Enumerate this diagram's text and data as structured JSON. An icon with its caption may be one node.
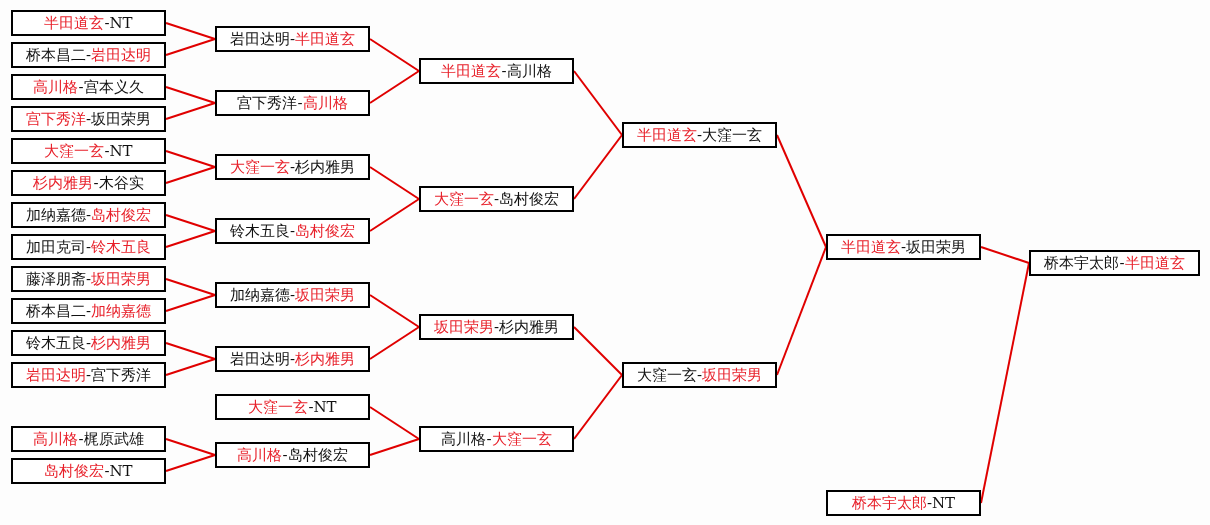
{
  "diagram": {
    "nodes": [
      {
        "text": [
          "**半田道玄**-NT"
        ]
      },
      {
        "text": [
          "桥本昌二-**岩田达明**"
        ]
      },
      {
        "text": [
          "**高川格**-宫本义久"
        ]
      },
      {
        "text": [
          "**宫下秀洋**-坂田荣男"
        ]
      },
      {
        "text": [
          "**大窪一玄**-NT"
        ]
      },
      {
        "text": [
          "**杉内雅男**-木谷实"
        ]
      },
      {
        "text": [
          "加纳嘉德-**岛村俊宏**"
        ]
      },
      {
        "text": [
          "加田克司-**铃木五良**"
        ]
      },
      {
        "text": [
          "藤泽朋斋-**坂田荣男**"
        ]
      },
      {
        "text": [
          "桥本昌二-**加纳嘉德**"
        ]
      },
      {
        "text": [
          "铃木五良-**杉内雅男**"
        ]
      },
      {
        "text": [
          "**岩田达明**-宫下秀洋"
        ]
      },
      {
        "text": [
          "**高川格**-梶原武雄"
        ]
      },
      {
        "text": [
          "**岛村俊宏**-NT"
        ]
      },
      {
        "text": [
          "岩田达明-**半田道玄**"
        ]
      },
      {
        "text": [
          "宫下秀洋-**高川格**"
        ]
      },
      {
        "text": [
          "**大窪一玄**-杉内雅男"
        ]
      },
      {
        "text": [
          "铃木五良-**岛村俊宏**"
        ]
      },
      {
        "text": [
          "加纳嘉德-**坂田荣男**"
        ]
      },
      {
        "text": [
          "岩田达明-**杉内雅男**"
        ]
      },
      {
        "text": [
          "**大窪一玄**-NT"
        ]
      },
      {
        "text": [
          "**高川格**-岛村俊宏"
        ]
      },
      {
        "text": [
          "**半田道玄**-高川格"
        ]
      },
      {
        "text": [
          "**大窪一玄**-岛村俊宏"
        ]
      },
      {
        "text": [
          "**坂田荣男**-杉内雅男"
        ]
      },
      {
        "text": [
          "高川格-**大窪一玄**"
        ]
      },
      {
        "text": [
          "**半田道玄**-大窪一玄"
        ]
      },
      {
        "text": [
          "大窪一玄-**坂田荣男**"
        ]
      },
      {
        "text": [
          "**半田道玄**-坂田荣男"
        ]
      },
      {
        "text": [
          "**桥本宇太郎**-NT"
        ]
      },
      {
        "text": [
          "桥本宇太郎-**半田道玄**"
        ]
      }
    ],
    "edges": [
      {
        "from": 0,
        "to": 14,
        "arrow": "none"
      },
      {
        "from": 1,
        "to": 14,
        "arrow": "none"
      },
      {
        "from": 2,
        "to": 15,
        "arrow": "none"
      },
      {
        "from": 3,
        "to": 15,
        "arrow": "none"
      },
      {
        "from": 4,
        "to": 16,
        "arrow": "none"
      },
      {
        "from": 5,
        "to": 16,
        "arrow": "none"
      },
      {
        "from": 6,
        "to": 17,
        "arrow": "none"
      },
      {
        "from": 7,
        "to": 17,
        "arrow": "none"
      },
      {
        "from": 8,
        "to": 18,
        "arrow": "none"
      },
      {
        "from": 9,
        "to": 18,
        "arrow": "none"
      },
      {
        "from": 10,
        "to": 19,
        "arrow": "none"
      },
      {
        "from": 11,
        "to": 19,
        "arrow": "none"
      },
      {
        "from": 12,
        "to": 21,
        "arrow": "none"
      },
      {
        "from": 13,
        "to": 21,
        "arrow": "none"
      },
      {
        "from": 14,
        "to": 22,
        "arrow": "none"
      },
      {
        "from": 15,
        "to": 22,
        "arrow": "none"
      },
      {
        "from": 16,
        "to": 23,
        "arrow": "none"
      },
      {
        "from": 17,
        "to": 23,
        "arrow": "none"
      },
      {
        "from": 18,
        "to": 24,
        "arrow": "none"
      },
      {
        "from": 19,
        "to": 24,
        "arrow": "none"
      },
      {
        "from": 20,
        "to": 25,
        "arrow": "none"
      },
      {
        "from": 21,
        "to": 25,
        "arrow": "none"
      },
      {
        "from": 22,
        "to": 26,
        "arrow": "none"
      },
      {
        "from": 23,
        "to": 26,
        "arrow": "none"
      },
      {
        "from": 24,
        "to": 27,
        "arrow": "none"
      },
      {
        "from": 25,
        "to": 27,
        "arrow": "none"
      },
      {
        "from": 26,
        "to": 28,
        "arrow": "none"
      },
      {
        "from": 27,
        "to": 28,
        "arrow": "none"
      },
      {
        "from": 28,
        "to": 30,
        "arrow": "none"
      },
      {
        "from": 29,
        "to": 30,
        "arrow": "none"
      }
    ]
  }
}
